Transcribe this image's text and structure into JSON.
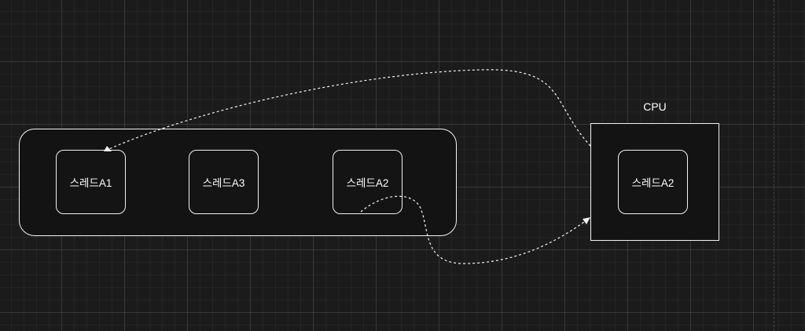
{
  "diagram": {
    "cpu_label": "CPU",
    "threads": {
      "a1": "스레드A1",
      "a3": "스레드A3",
      "a2": "스레드A2",
      "cpu_thread": "스레드A2"
    },
    "colors": {
      "background": "#1b1b1b",
      "stroke": "#f2f2f2",
      "text": "#ffffff"
    }
  }
}
